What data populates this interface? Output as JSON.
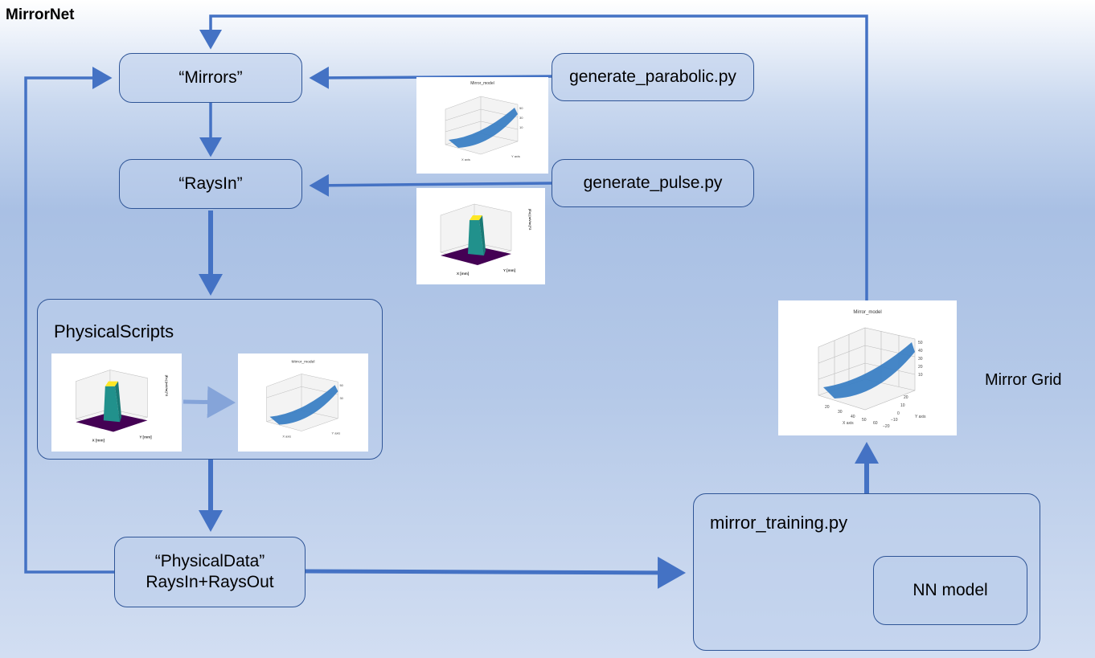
{
  "title": "MirrorNet",
  "boxes": {
    "mirrors": "“Mirrors”",
    "rays_in": "“RaysIn”",
    "physical_scripts": "PhysicalScripts",
    "physical_data_line1": "“PhysicalData”",
    "physical_data_line2": "RaysIn+RaysOut",
    "generate_parabolic": "generate_parabolic.py",
    "generate_pulse": "generate_pulse.py",
    "mirror_training": "mirror_training.py",
    "nn_model": "NN model"
  },
  "labels": {
    "mirror_grid": "Mirror Grid"
  },
  "plots": {
    "mirror_plot_title": "Mirror_model",
    "mirror_x_axis": "X axis",
    "mirror_y_axis": "Y axis",
    "pulse_x_axis": "X [mm]",
    "pulse_y_axis": "Y [mm]",
    "pulse_z_axis": "|Ex| [mV/m]^2"
  },
  "colors": {
    "arrow": "#4472c4",
    "box_border": "#2f5597",
    "surface_blue": "#3b7fc4",
    "pulse_base": "#440154",
    "pulse_side": "#21918c",
    "pulse_top": "#fde725"
  }
}
